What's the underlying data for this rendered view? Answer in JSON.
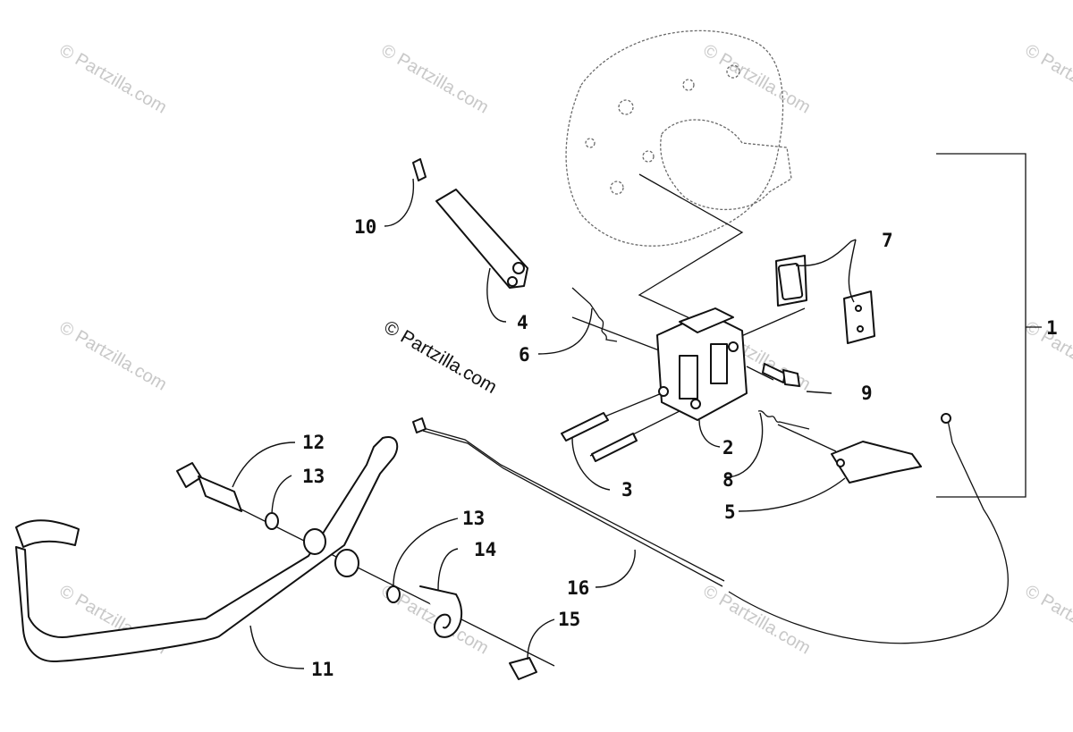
{
  "watermarks": {
    "text": "© Partzilla.com",
    "center_text": "© Partzilla.com"
  },
  "callouts": {
    "c1": "1",
    "c2": "2",
    "c3": "3",
    "c4": "4",
    "c5": "5",
    "c6": "6",
    "c7": "7",
    "c8": "8",
    "c9": "9",
    "c10": "10",
    "c11": "11",
    "c12": "12",
    "c13a": "13",
    "c13b": "13",
    "c14": "14",
    "c15": "15",
    "c16": "16"
  },
  "colors": {
    "line": "#111111",
    "watermark": "#c8c8c8",
    "background": "#ffffff"
  }
}
